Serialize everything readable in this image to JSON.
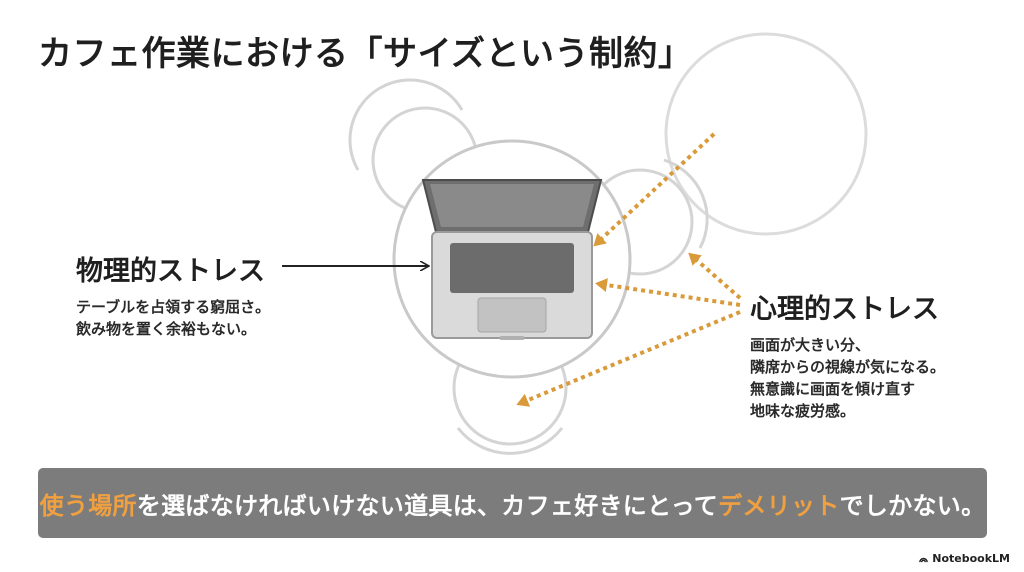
{
  "title": "カフェ作業における「サイズという制約」",
  "physical": {
    "heading": "物理的ストレス",
    "lines": [
      "テーブルを占領する窮屈さ。",
      "飲み物を置く余裕もない。"
    ]
  },
  "psychological": {
    "heading": "心理的ストレス",
    "lines": [
      "画面が大きい分、",
      "隣席からの視線が気になる。",
      "無意識に画面を傾け直す",
      "地味な疲労感。"
    ]
  },
  "banner": {
    "part1": "使う場所",
    "part2": "を選ばなければいけない道具は、カフェ好きにとって",
    "part3": "デメリット",
    "part4": "でしかない。"
  },
  "brand": "NotebookLM",
  "colors": {
    "accent": "#f0a040",
    "arrow_orange": "#d99a3a",
    "banner_bg": "#7c7c7c",
    "furniture_line": "#d4d4d4",
    "laptop_body": "#d9d9d9",
    "laptop_screen": "#6e6e6e"
  },
  "icons": {
    "brand": "notebooklm-logo-icon"
  }
}
